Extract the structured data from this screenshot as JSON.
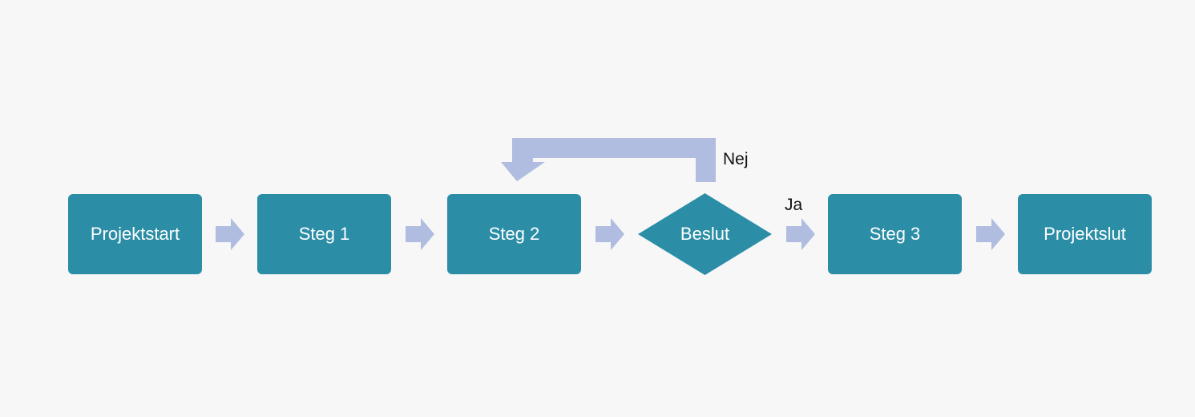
{
  "diagram": {
    "nodes": [
      {
        "id": "projektstart",
        "label": "Projektstart"
      },
      {
        "id": "steg1",
        "label": "Steg 1"
      },
      {
        "id": "steg2",
        "label": "Steg 2"
      },
      {
        "id": "beslut",
        "label": "Beslut"
      },
      {
        "id": "steg3",
        "label": "Steg 3"
      },
      {
        "id": "projektslut",
        "label": "Projektslut"
      }
    ],
    "edges": [
      {
        "from": "projektstart",
        "to": "steg1"
      },
      {
        "from": "steg1",
        "to": "steg2"
      },
      {
        "from": "steg2",
        "to": "beslut"
      },
      {
        "from": "beslut",
        "to": "steg3",
        "label": "Ja"
      },
      {
        "from": "beslut",
        "to": "steg2",
        "label": "Nej"
      },
      {
        "from": "steg3",
        "to": "projektslut"
      }
    ],
    "branch_yes": "Ja",
    "branch_no": "Nej"
  },
  "colors": {
    "node_fill": "#2b8ea6",
    "arrow_fill": "#b0bde0",
    "background": "#f7f7f8"
  }
}
